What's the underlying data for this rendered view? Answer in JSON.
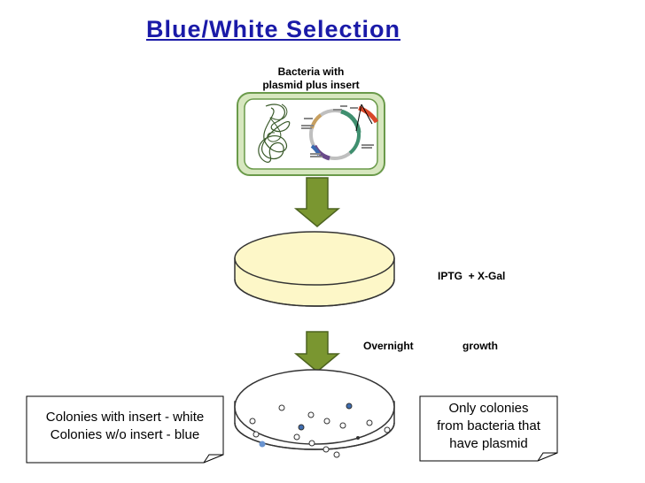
{
  "title": "Blue/White Selection",
  "bacteria_label": [
    "Bacteria with",
    "plasmid plus insert"
  ],
  "iptg_label": "IPTG  + X-Gal",
  "overnight_label": "Overnight",
  "growth_label": "growth",
  "left_note": [
    "Colonies with insert - white",
    "Colonies w/o insert - blue"
  ],
  "right_note": [
    "Only colonies",
    "from bacteria that",
    "have plasmid"
  ],
  "colors": {
    "title": "#1a1aa8",
    "cell_fill": "#d7e7bf",
    "cell_border": "#6a9a4a",
    "arrow": "#7a9630",
    "plate": "#fdf7c8",
    "blue_colony": "#3f6db0"
  }
}
